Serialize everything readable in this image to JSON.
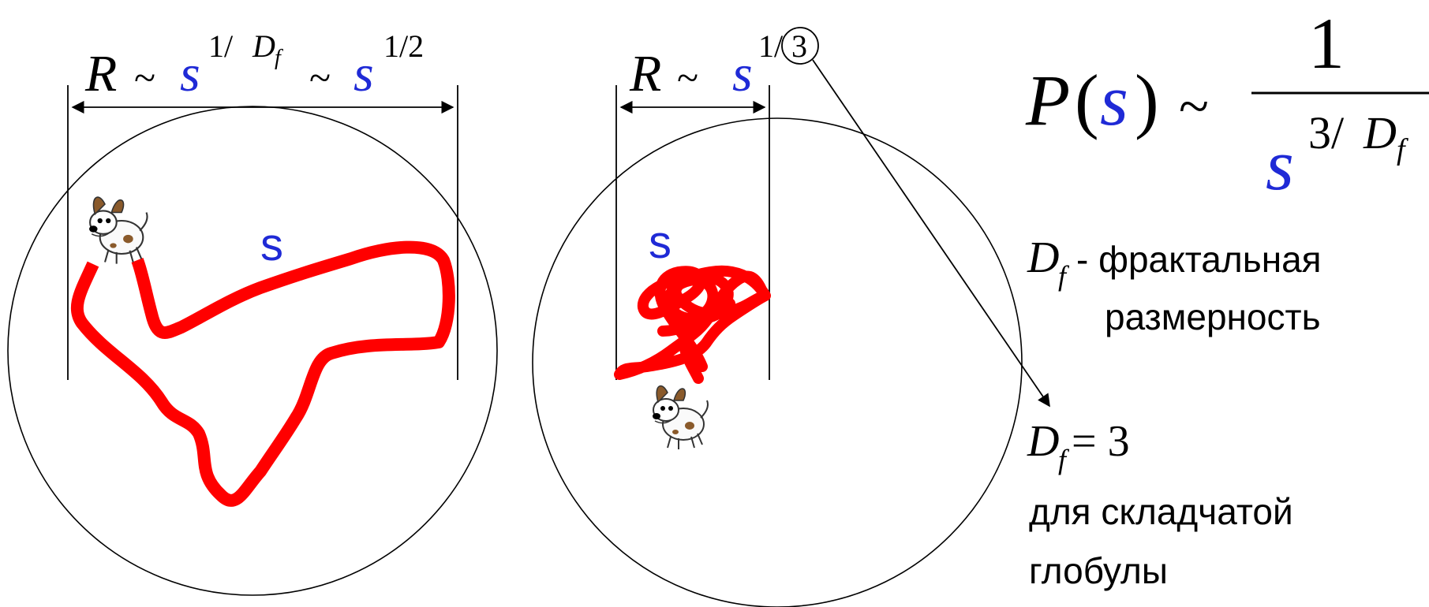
{
  "left_panel": {
    "formula": {
      "R": "R",
      "tilde1": "~",
      "s1": "s",
      "exp1_prefix": "1/",
      "exp1_D": "D",
      "exp1_f": "f",
      "tilde2": "~",
      "s2": "s",
      "exp2": "1/2"
    },
    "chain_label": "s"
  },
  "middle_panel": {
    "formula": {
      "R": "R",
      "tilde": "~",
      "s": "s",
      "exp_prefix": "1/",
      "exp_circled": "3"
    },
    "chain_label": "s"
  },
  "right_panel": {
    "probability": {
      "P": "P",
      "open_paren": "(",
      "s": "s",
      "close_paren": ")",
      "tilde": "~",
      "numerator": "1",
      "den_s": "s",
      "den_exp_prefix": "3/",
      "den_exp_D": "D",
      "den_exp_f": "f"
    },
    "fractal_def": {
      "D": "D",
      "f": "f",
      "text_line1": "- фрактальная",
      "text_line2": "размерность"
    },
    "crumpled": {
      "D": "D",
      "f": "f",
      "value": "= 3",
      "text_line1": "для складчатой",
      "text_line2": "глобулы"
    }
  },
  "colors": {
    "chain": "#ff0000",
    "label_blue": "#1f2ad6",
    "lines": "#000000"
  }
}
